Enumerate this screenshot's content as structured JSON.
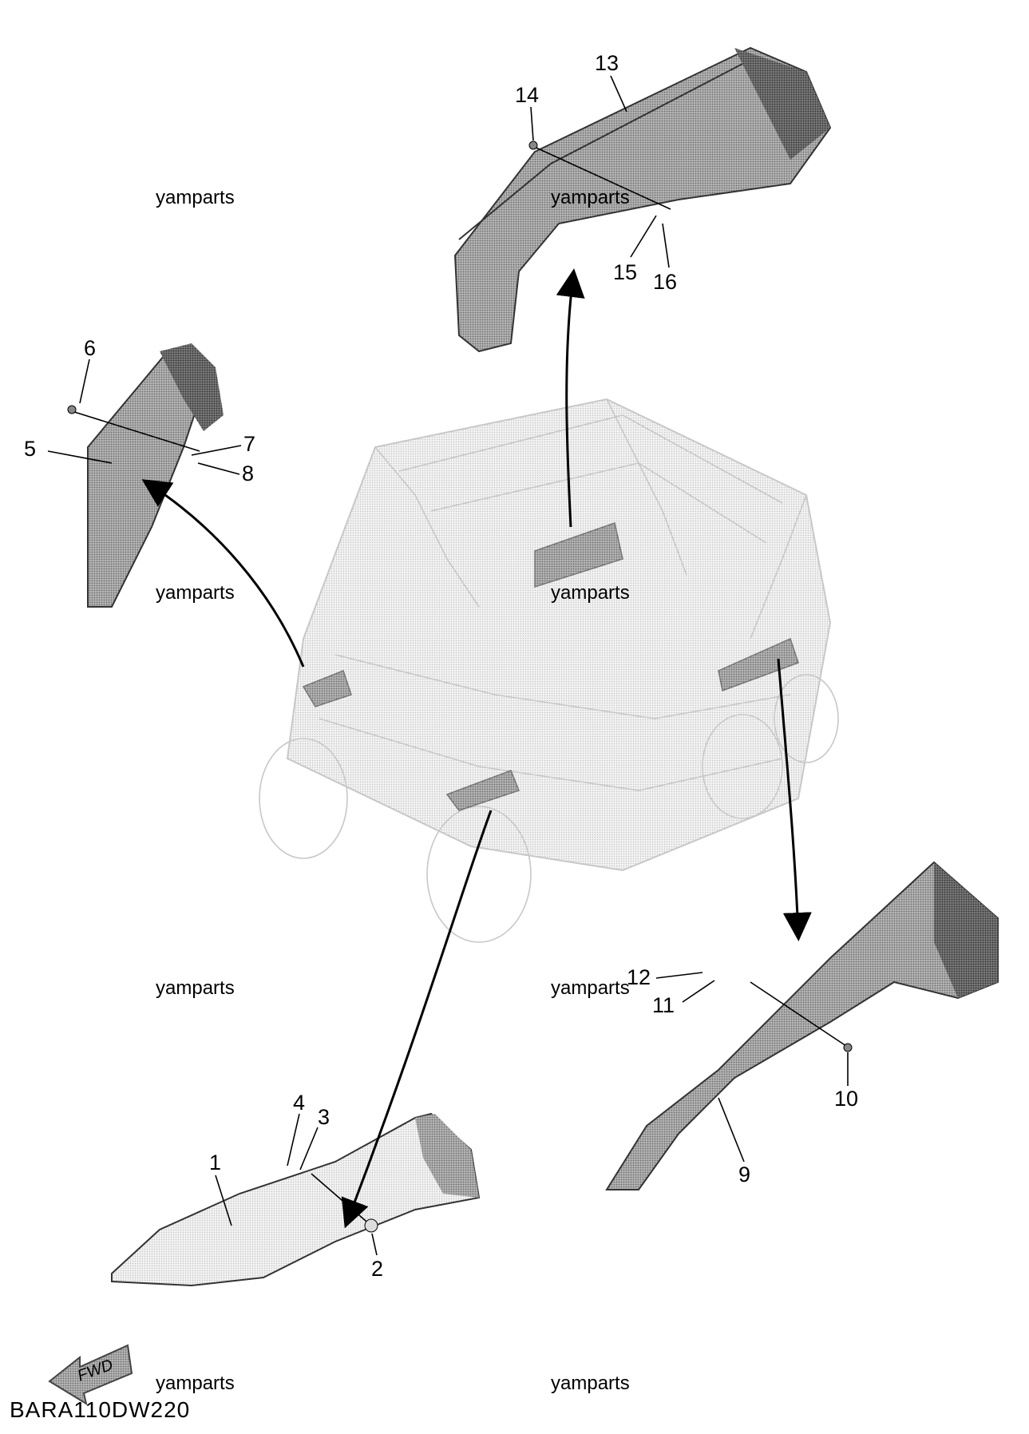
{
  "callouts": [
    {
      "label": "1"
    },
    {
      "label": "2"
    },
    {
      "label": "3"
    },
    {
      "label": "4"
    },
    {
      "label": "5"
    },
    {
      "label": "6"
    },
    {
      "label": "7"
    },
    {
      "label": "8"
    },
    {
      "label": "9"
    },
    {
      "label": "10"
    },
    {
      "label": "11"
    },
    {
      "label": "12"
    },
    {
      "label": "13"
    },
    {
      "label": "14"
    },
    {
      "label": "15"
    },
    {
      "label": "16"
    }
  ],
  "watermarks": [
    "yamparts",
    "yamparts",
    "yamparts",
    "yamparts",
    "yamparts",
    "yamparts",
    "yamparts",
    "yamparts"
  ],
  "diagram_code": "BARA110DW220",
  "fwd_label": "FWD",
  "colors": {
    "part_fill": "#9a9a9a",
    "part_dark": "#6e6e6e",
    "vehicle_ghost": "#d0d0d0",
    "ink": "#000000"
  }
}
